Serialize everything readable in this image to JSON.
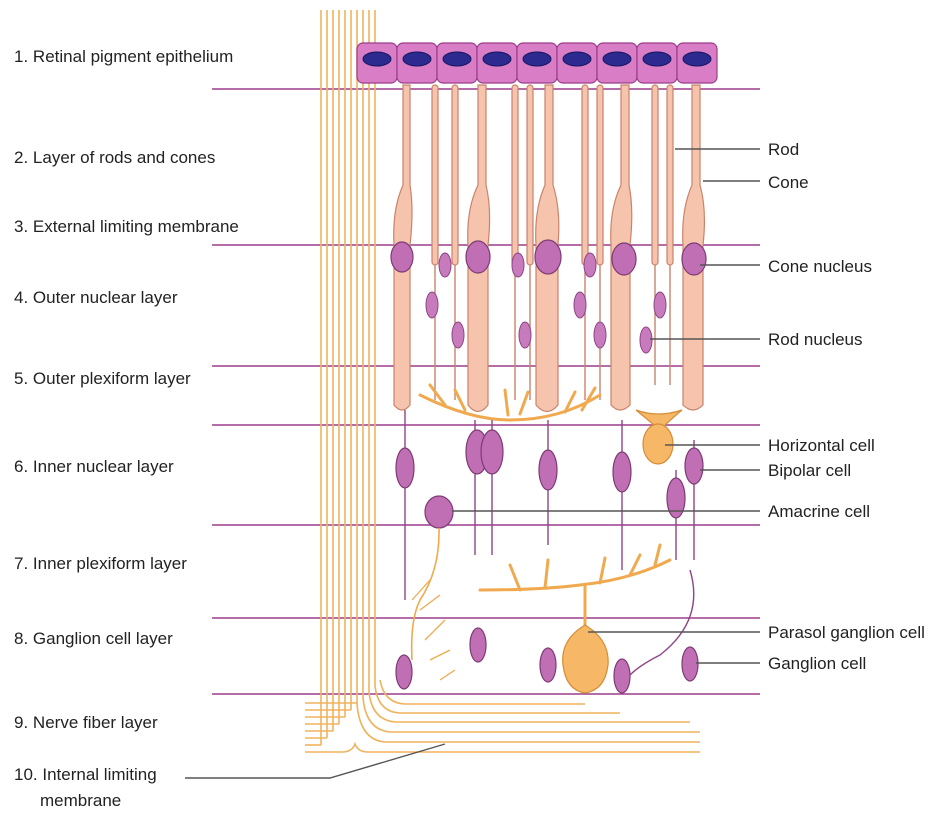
{
  "layers": [
    {
      "n": "1.",
      "name": "Retinal pigment epithelium"
    },
    {
      "n": "2.",
      "name": "Layer of rods and cones"
    },
    {
      "n": "3.",
      "name": "External limiting membrane"
    },
    {
      "n": "4.",
      "name": "Outer nuclear layer"
    },
    {
      "n": "5.",
      "name": "Outer plexiform layer"
    },
    {
      "n": "6.",
      "name": "Inner nuclear layer"
    },
    {
      "n": "7.",
      "name": "Inner plexiform layer"
    },
    {
      "n": "8.",
      "name": "Ganglion cell layer"
    },
    {
      "n": "9.",
      "name": "Nerve fiber layer"
    },
    {
      "n": "10.",
      "name": "Internal limiting",
      "name2": "membrane"
    }
  ],
  "callouts": {
    "rod": "Rod",
    "cone": "Cone",
    "cone_nucleus": "Cone nucleus",
    "rod_nucleus": "Rod nucleus",
    "horizontal_cell": "Horizontal cell",
    "bipolar_cell": "Bipolar cell",
    "amacrine_cell": "Amacrine cell",
    "parasol_ganglion_cell": "Parasol ganglion cell",
    "ganglion_cell": "Ganglion cell"
  },
  "colors": {
    "layer_line": "#9b3d8b",
    "photoreceptor": "#f6c3ac",
    "nucleus": "#c06fb4",
    "pigment_cell": "#d97dc6",
    "pigment_nucleus": "#2d2a8f",
    "nerve_fiber": "#f0b25c"
  }
}
